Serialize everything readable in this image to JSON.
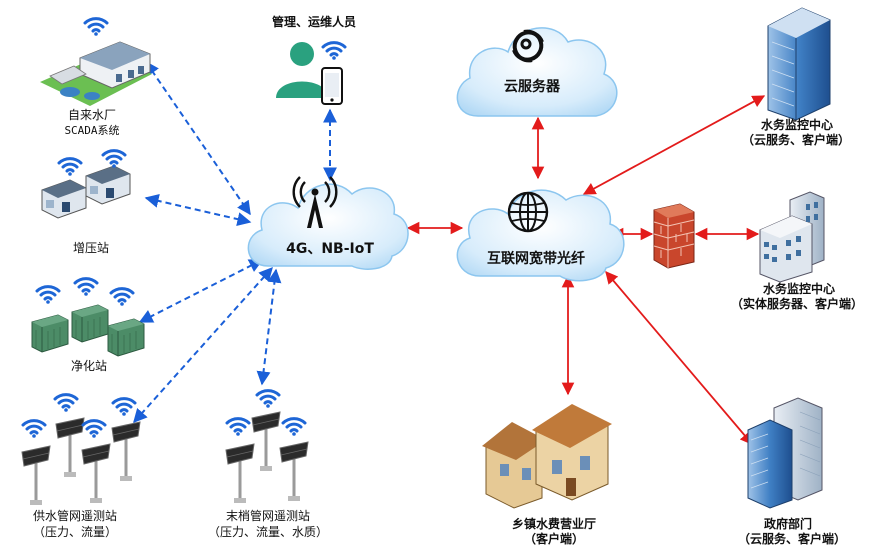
{
  "nodes": {
    "cloud_4g": "4G、NB-IoT",
    "cloud_internet": "互联网宽带光纤",
    "cloud_server": "云服务器",
    "personnel": "管理、运维人员",
    "water_plant": [
      "自来水厂",
      "SCADA系统"
    ],
    "booster": "增压站",
    "purifier": "净化站",
    "supply_monitor": [
      "供水管网遥测站",
      "（压力、流量）"
    ],
    "end_monitor": [
      "末梢管网遥测站",
      "（压力、流量、水质）"
    ],
    "township_hall": [
      "乡镇水费营业厅",
      "（客户端）"
    ],
    "center_cloud": [
      "水务监控中心",
      "（云服务、客户端）"
    ],
    "center_physical": [
      "水务监控中心",
      "（实体服务器、客户端）"
    ],
    "government": [
      "政府部门",
      "（云服务、客户端）"
    ]
  },
  "colors": {
    "cloud_fill": "#cfe8fb",
    "cloud_edge": "#7cc1ef",
    "wireless_link": "#1a5fd8",
    "wired_link": "#e31b1b",
    "wifi": "#1e66d6",
    "firewall": "#c9462c",
    "station": "#3a7a56",
    "building": "#4a86c8",
    "house": "#d8b27a"
  }
}
